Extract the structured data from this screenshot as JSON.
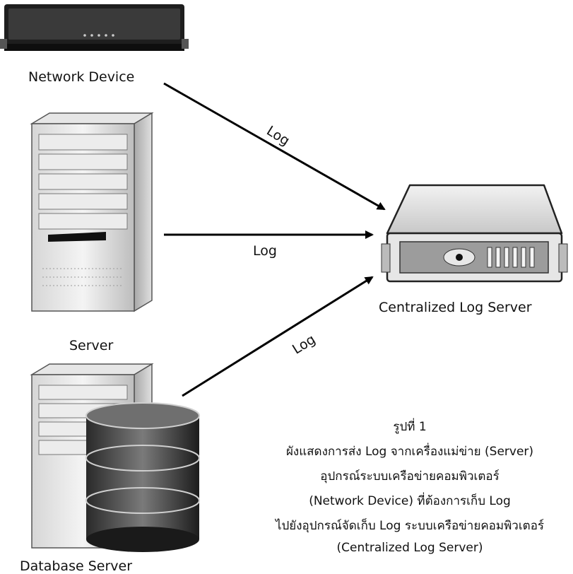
{
  "nodes": {
    "network_device": "Network Device",
    "server": "Server",
    "database_server": "Database Server",
    "central": "Centralized Log Server"
  },
  "edges": {
    "top": "Log",
    "middle": "Log",
    "bottom": "Log"
  },
  "caption": {
    "title": "รูปที่ 1",
    "line1": "ผังแสดงการส่ง Log จากเครื่องแม่ข่าย (Server)",
    "line2": "อุปกรณ์ระบบเครือข่ายคอมพิวเตอร์",
    "line3": "(Network Device) ที่ต้องการเก็บ Log",
    "line4": "ไปยังอุปกรณ์จัดเก็บ Log ระบบเครือข่ายคอมพิวเตอร์",
    "line5": "(Centralized Log Server)"
  }
}
